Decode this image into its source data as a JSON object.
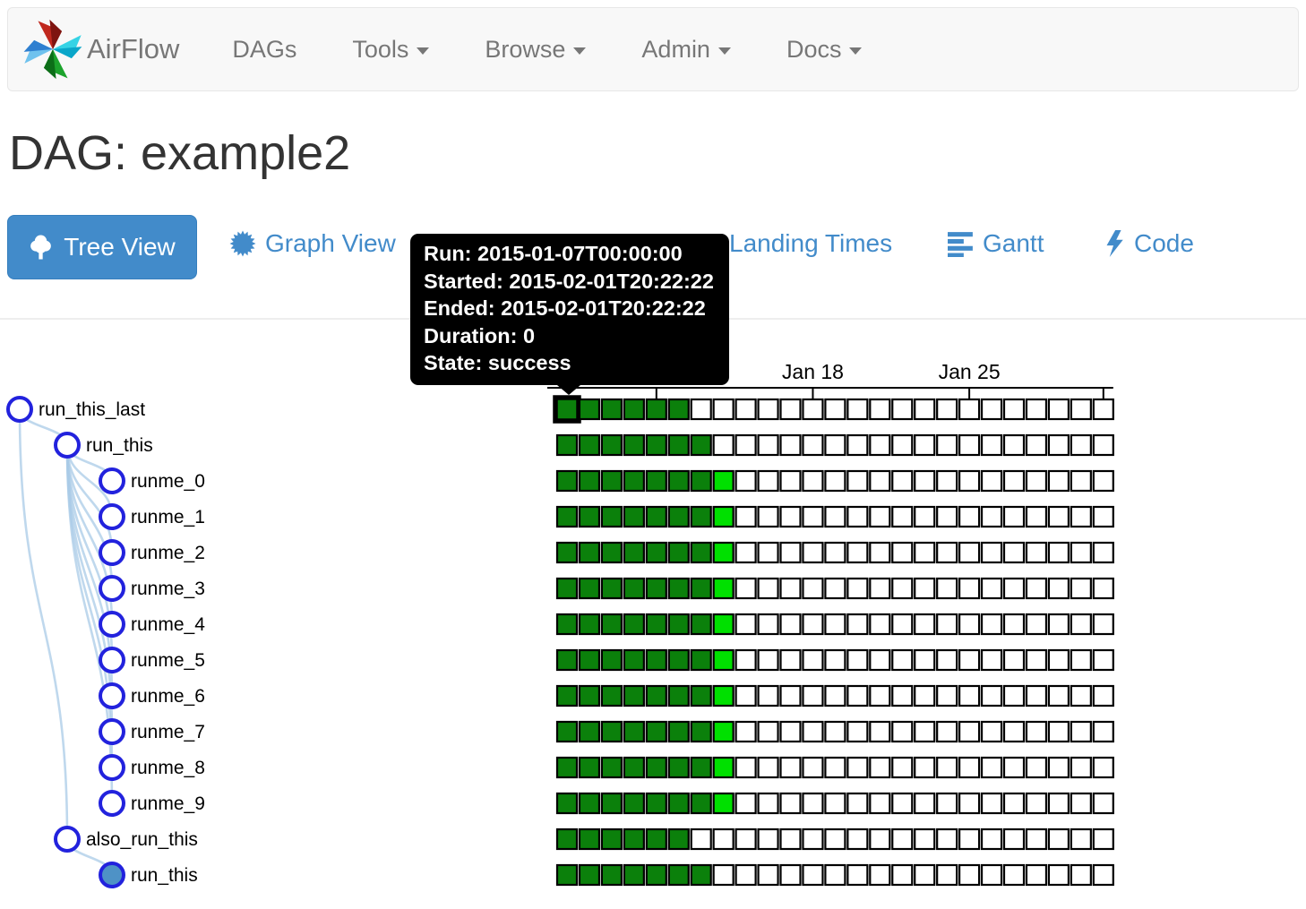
{
  "navbar": {
    "brand": "AirFlow",
    "items": [
      {
        "id": "dags",
        "label": "DAGs",
        "caret": false
      },
      {
        "id": "tools",
        "label": "Tools",
        "caret": true
      },
      {
        "id": "browse",
        "label": "Browse",
        "caret": true
      },
      {
        "id": "admin",
        "label": "Admin",
        "caret": true
      },
      {
        "id": "docs",
        "label": "Docs",
        "caret": true
      }
    ]
  },
  "page": {
    "title": "DAG: example2"
  },
  "tabs": {
    "tree_view": "Tree View",
    "graph_view": "Graph View",
    "landing_times": "Landing Times",
    "gantt": "Gantt",
    "code": "Code"
  },
  "tooltip": {
    "lines": [
      "Run: 2015-01-07T00:00:00",
      "Started: 2015-02-01T20:22:22",
      "Ended: 2015-02-01T20:22:22",
      "Duration: 0",
      "State: success"
    ]
  },
  "colors": {
    "accent": "#428bca",
    "success": "#0b800b",
    "running": "#00e000",
    "no_status": "#ffffff",
    "cell_border": "#000000",
    "node_stroke": "#2222dd",
    "node_fill_open": "#ffffff",
    "node_fill_collapsed": "#4e92c6",
    "link": "#aacbe7",
    "nav_text": "#777777",
    "title_text": "#333333"
  },
  "chart_data": {
    "type": "heatmap",
    "description": "Airflow tree view: task rows vs daily DAG-run columns; cell color = task instance state",
    "columns": 25,
    "first_run_date": "2015-01-07",
    "axis_ticks": [
      {
        "col": 4,
        "label": ""
      },
      {
        "col": 11,
        "label": "Jan 18"
      },
      {
        "col": 18,
        "label": "Jan 25"
      },
      {
        "col": 24,
        "label": ""
      }
    ],
    "legend": {
      "success": "dark green",
      "running": "lime",
      "none": "white"
    },
    "rows": [
      {
        "task": "run_this_last",
        "depth": 0,
        "success": 6,
        "running": 0,
        "hovered_col": 0,
        "collapsed": false
      },
      {
        "task": "run_this",
        "depth": 1,
        "success": 7,
        "running": 0,
        "hovered_col": -1,
        "collapsed": false
      },
      {
        "task": "runme_0",
        "depth": 2,
        "success": 7,
        "running": 1,
        "hovered_col": -1,
        "collapsed": false
      },
      {
        "task": "runme_1",
        "depth": 2,
        "success": 7,
        "running": 1,
        "hovered_col": -1,
        "collapsed": false
      },
      {
        "task": "runme_2",
        "depth": 2,
        "success": 7,
        "running": 1,
        "hovered_col": -1,
        "collapsed": false
      },
      {
        "task": "runme_3",
        "depth": 2,
        "success": 7,
        "running": 1,
        "hovered_col": -1,
        "collapsed": false
      },
      {
        "task": "runme_4",
        "depth": 2,
        "success": 7,
        "running": 1,
        "hovered_col": -1,
        "collapsed": false
      },
      {
        "task": "runme_5",
        "depth": 2,
        "success": 7,
        "running": 1,
        "hovered_col": -1,
        "collapsed": false
      },
      {
        "task": "runme_6",
        "depth": 2,
        "success": 7,
        "running": 1,
        "hovered_col": -1,
        "collapsed": false
      },
      {
        "task": "runme_7",
        "depth": 2,
        "success": 7,
        "running": 1,
        "hovered_col": -1,
        "collapsed": false
      },
      {
        "task": "runme_8",
        "depth": 2,
        "success": 7,
        "running": 1,
        "hovered_col": -1,
        "collapsed": false
      },
      {
        "task": "runme_9",
        "depth": 2,
        "success": 7,
        "running": 1,
        "hovered_col": -1,
        "collapsed": false
      },
      {
        "task": "also_run_this",
        "depth": 1,
        "success": 6,
        "running": 0,
        "hovered_col": -1,
        "collapsed": false
      },
      {
        "task": "run_this",
        "depth": 2,
        "success": 7,
        "running": 0,
        "hovered_col": -1,
        "collapsed": true
      }
    ],
    "links": [
      [
        0,
        1
      ],
      [
        1,
        2
      ],
      [
        1,
        3
      ],
      [
        1,
        4
      ],
      [
        1,
        5
      ],
      [
        1,
        6
      ],
      [
        1,
        7
      ],
      [
        1,
        8
      ],
      [
        1,
        9
      ],
      [
        1,
        10
      ],
      [
        1,
        11
      ],
      [
        0,
        12
      ],
      [
        12,
        13
      ]
    ]
  }
}
